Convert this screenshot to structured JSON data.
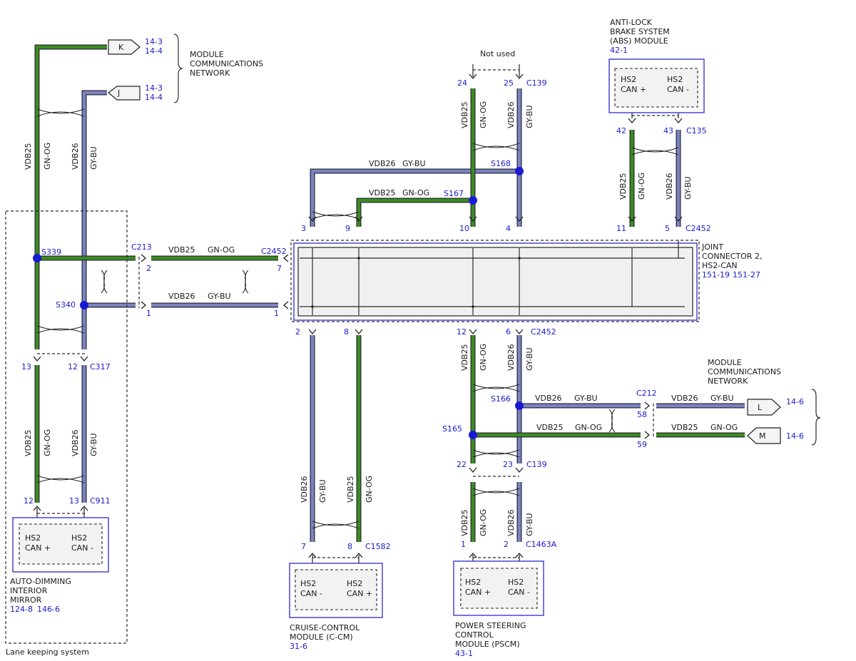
{
  "colors": {
    "gn_og": "#3a8c1e",
    "gy_bu": "#7a84c0",
    "splice": "#1a1ad4",
    "module_border": "#3a3ad0",
    "module_fill": "#f2f2f2",
    "label_blue": "#1a1acc"
  },
  "connector_refs": {
    "K": "K",
    "J": "J",
    "L": "L",
    "M": "M",
    "k_ref1": "14-3",
    "k_ref2": "14-4",
    "j_ref1": "14-3",
    "j_ref2": "14-4",
    "l_ref": "14-6",
    "m_ref": "14-6"
  },
  "network_top": {
    "line1": "MODULE",
    "line2": "COMMUNICATIONS",
    "line3": "NETWORK"
  },
  "network_right": {
    "line1": "MODULE",
    "line2": "COMMUNICATIONS",
    "line3": "NETWORK"
  },
  "not_used": "Not used",
  "abs_module": {
    "line1": "ANTI-LOCK",
    "line2": "BRAKE SYSTEM",
    "line3": "(ABS) MODULE",
    "ref": "42-1",
    "pin1_a": "HS2",
    "pin1_b": "CAN +",
    "pin2_a": "HS2",
    "pin2_b": "CAN -"
  },
  "joint_connector": {
    "line1": "JOINT",
    "line2": "CONNECTOR 2,",
    "line3": "HS2-CAN",
    "ref1": "151-19",
    "ref2": "151-27"
  },
  "mirror_module": {
    "line1": "AUTO-DIMMING",
    "line2": "INTERIOR",
    "line3": "MIRROR",
    "ref1": "124-8",
    "ref2": "146-6",
    "pin1_a": "HS2",
    "pin1_b": "CAN +",
    "pin2_a": "HS2",
    "pin2_b": "CAN -"
  },
  "lane_keeping": "Lane keeping system",
  "ccm_module": {
    "line1": "CRUISE-CONTROL",
    "line2": "MODULE (C-CM)",
    "ref": "31-6",
    "pin1_a": "HS2",
    "pin1_b": "CAN -",
    "pin2_a": "HS2",
    "pin2_b": "CAN +"
  },
  "pscm_module": {
    "line1": "POWER STEERING",
    "line2": "CONTROL",
    "line3": "MODULE (PSCM)",
    "ref": "43-1",
    "pin1_a": "HS2",
    "pin1_b": "CAN +",
    "pin2_a": "HS2",
    "pin2_b": "CAN -"
  },
  "splices": {
    "s339": "S339",
    "s340": "S340",
    "s168": "S168",
    "s167": "S167",
    "s166": "S166",
    "s165": "S165"
  },
  "connectors": {
    "c213": "C213",
    "c2452": "C2452",
    "c2452_top": "C2452",
    "c2452_bot": "C2452",
    "c139_top": "C139",
    "c139_bot": "C139",
    "c135": "C135",
    "c317": "C317",
    "c911": "C911",
    "c1582": "C1582",
    "c1463a": "C1463A",
    "c212": "C212"
  },
  "pins": {
    "p24": "24",
    "p25": "25",
    "p42": "42",
    "p43": "43",
    "p3": "3",
    "p9": "9",
    "p10": "10",
    "p4": "4",
    "p11": "11",
    "p5": "5",
    "p2l": "2",
    "p7r": "7",
    "p1l": "1",
    "p1r": "1",
    "p2b": "2",
    "p8b": "8",
    "p12b": "12",
    "p6b": "6",
    "p13": "13",
    "p12": "12",
    "p12m": "12",
    "p13m": "13",
    "p7c": "7",
    "p8c": "8",
    "p22": "22",
    "p23": "23",
    "p1p": "1",
    "p2p": "2",
    "p58": "58",
    "p59": "59"
  },
  "wires": {
    "vdb25": "VDB25",
    "vdb26": "VDB26",
    "gn_og": "GN-OG",
    "gy_bu": "GY-BU"
  }
}
